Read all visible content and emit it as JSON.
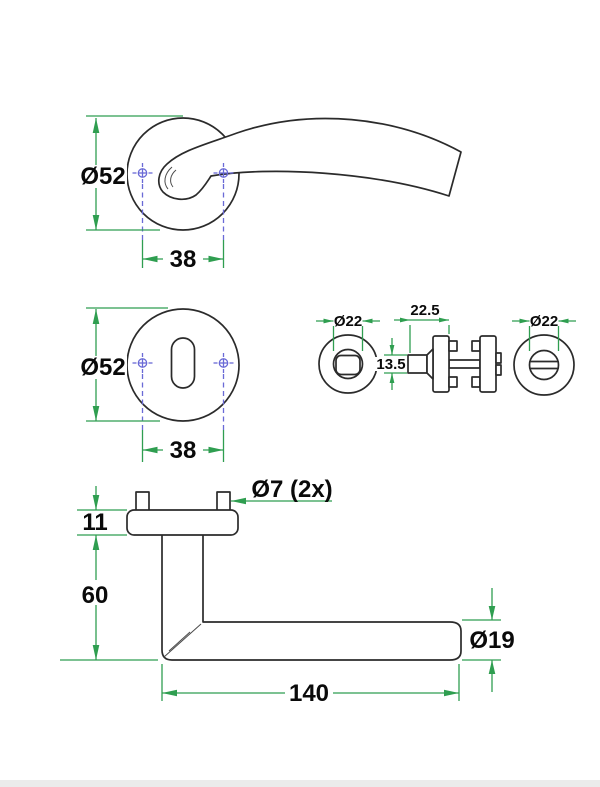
{
  "colors": {
    "dimension_green": "#2F9E50",
    "center_mark_blue": "#6A6AD6",
    "outline": "#2B2B2B",
    "background": "#FFFFFF"
  },
  "views": {
    "lever_front": {
      "diameter": "Ø52",
      "screw_spacing": "38"
    },
    "escutcheon_front": {
      "diameter": "Ø52",
      "screw_spacing": "38"
    },
    "thumbturn_front_left": {
      "rose_diameter": "Ø22"
    },
    "thumbturn_side": {
      "projection": "22.5",
      "grip_thickness": "13.5"
    },
    "thumbturn_front_right": {
      "rose_diameter": "Ø22"
    },
    "lever_side": {
      "rose_height": "11",
      "neck_height": "60",
      "fixing_holes": "Ø7 (2x)",
      "lever_length": "140",
      "tube_diameter": "Ø19"
    }
  }
}
